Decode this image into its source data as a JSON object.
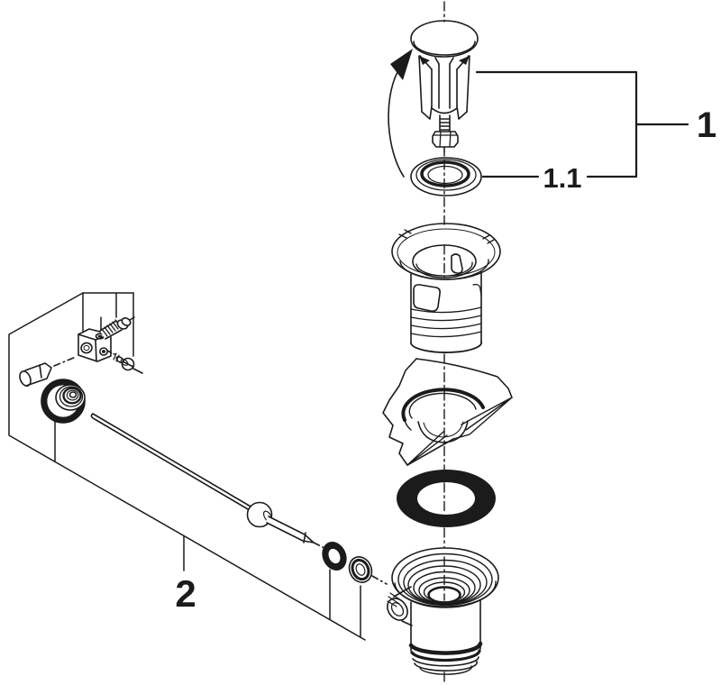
{
  "diagram": {
    "type": "exploded-parts-diagram",
    "background_color": "#ffffff",
    "line_color": "#1b1b1b",
    "gasket_fill": "#1b1b1b",
    "callouts": {
      "group_1": "1",
      "item_1_1": "1.1",
      "group_2": "2"
    }
  }
}
